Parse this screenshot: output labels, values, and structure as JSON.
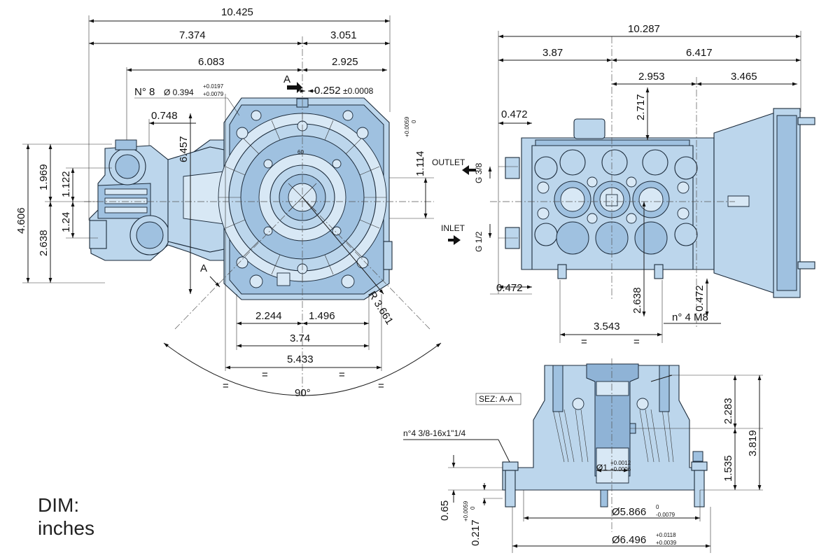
{
  "dims": {
    "d10425": "10.425",
    "d7374": "7.374",
    "d3051": "3.051",
    "d6083": "6.083",
    "d2925": "2.925",
    "n8": "N° 8",
    "n8_dia": "Ø 0.394",
    "n8_tol_up": "+0.0197",
    "n8_tol_dn": "+0.0079",
    "d0252": "0.252",
    "d0252_tol": "±0.0008",
    "d0748": "0.748",
    "d6457": "6.457",
    "d1114": "1.114",
    "d1114_tol_up": "+0.0059",
    "d1114_tol_dn": "0",
    "d4606": "4.606",
    "d1969": "1.969",
    "d1122": "1.122",
    "d124": "1.24",
    "d2638": "2.638",
    "d2244": "2.244",
    "d1496": "1.496",
    "d374": "3.74",
    "d5433": "5.433",
    "r3661": "R 3.661",
    "angle": "90°",
    "eq": "=",
    "sec_a": "A",
    "d10287": "10.287",
    "d387": "3.87",
    "d6417": "6.417",
    "d2953": "2.953",
    "d3465": "3.465",
    "d2717": "2.717",
    "d0472": "0.472",
    "outlet": "OUTLET",
    "g38": "G 3/8",
    "inlet": "INLET",
    "g12": "G 1/2",
    "d2638b": "2.638",
    "d3543": "3.543",
    "n4m8": "n° 4 M8",
    "sez": "SEZ: A-A",
    "n4bolt": "n°4 3/8-16x1\"1/4",
    "d2283": "2.283",
    "d3819": "3.819",
    "d1535": "1.535",
    "d065": "0.65",
    "d0217": "0.217",
    "d0217_tol_up": "+0.0059",
    "d0217_tol_dn": "0",
    "dia1": "Ø1",
    "dia1_tol_up": "+0.0012",
    "dia1_tol_dn": "+0.0006",
    "dia5866": "Ø5.866",
    "dia5866_tol_up": "0",
    "dia5866_tol_dn": "-0.0079",
    "dia6496": "Ø6.496",
    "dia6496_tol_up": "+0.0118",
    "dia6496_tol_dn": "+0.0039",
    "units_label": "DIM:",
    "units_value": "inches",
    "face_mark": "60"
  },
  "colors": {
    "part_fill": "#bcd6ec",
    "part_dark": "#9fc1e0",
    "outline": "#1b2a3a"
  }
}
